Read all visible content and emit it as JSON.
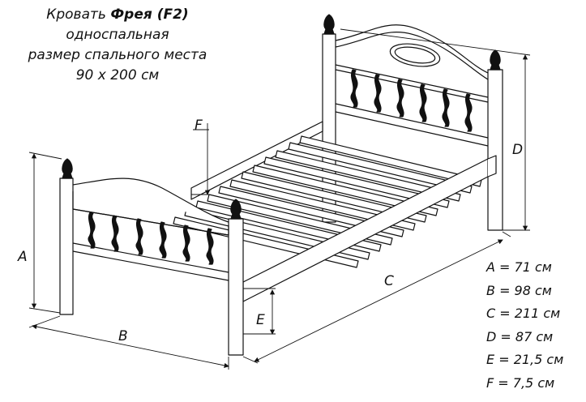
{
  "title": {
    "prefix": "Кровать",
    "brand": "Фрея (F2)",
    "line2": "односпальная",
    "line3": "размер спального места",
    "line4": "90 х 200 см"
  },
  "dimension_letters": {
    "a": "A",
    "b": "B",
    "c": "C",
    "d": "D",
    "e": "E",
    "f": "F"
  },
  "legend": [
    "A = 71 см",
    "B = 98 см",
    "C = 211 см",
    "D = 87 см",
    "E = 21,5 см",
    "F = 7,5 см"
  ]
}
